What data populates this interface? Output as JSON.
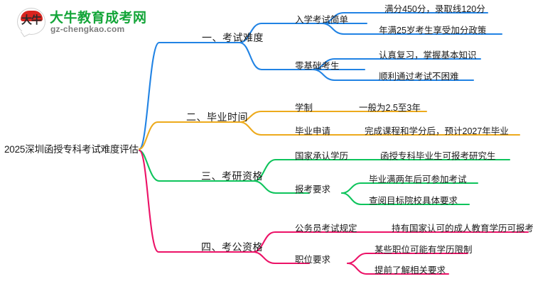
{
  "brand": {
    "badge_text": "大牛",
    "name": "大牛教育成考网",
    "url": "gz-chengkao.com",
    "green": "#13a538",
    "red": "#d9241f"
  },
  "mindmap": {
    "root": "2025深圳函授专科考试难度评估",
    "colors": {
      "branch1": "#2183e4",
      "branch2": "#edaa1c",
      "branch3": "#0ec45c",
      "branch4": "#ec1267"
    },
    "branches": [
      {
        "label": "一、考试难度",
        "color": "#2183e4",
        "children": [
          {
            "label": "入学考试简单",
            "leaves": [
              "满分450分，录取线120分",
              "年满25岁考生享受加分政策"
            ]
          },
          {
            "label": "零基础考生",
            "leaves": [
              "认真复习，掌握基本知识",
              "顺利通过考试不困难"
            ]
          }
        ]
      },
      {
        "label": "二、毕业时间",
        "color": "#edaa1c",
        "children": [
          {
            "label": "学制",
            "leaves": [
              "一般为2.5至3年"
            ]
          },
          {
            "label": "毕业申请",
            "leaves": [
              "完成课程和学分后，预计2027年毕业"
            ]
          }
        ]
      },
      {
        "label": "三、考研资格",
        "color": "#0ec45c",
        "children": [
          {
            "label": "国家承认学历",
            "leaves": [
              "函授专科毕业生可报考研究生"
            ]
          },
          {
            "label": "报考要求",
            "leaves": [
              "毕业满两年后可参加考试",
              "查阅目标院校具体要求"
            ]
          }
        ]
      },
      {
        "label": "四、考公资格",
        "color": "#ec1267",
        "children": [
          {
            "label": "公务员考试规定",
            "leaves": [
              "持有国家认可的成人教育学历可报考"
            ]
          },
          {
            "label": "职位要求",
            "leaves": [
              "某些职位可能有学历限制",
              "提前了解相关要求"
            ]
          }
        ]
      }
    ]
  }
}
